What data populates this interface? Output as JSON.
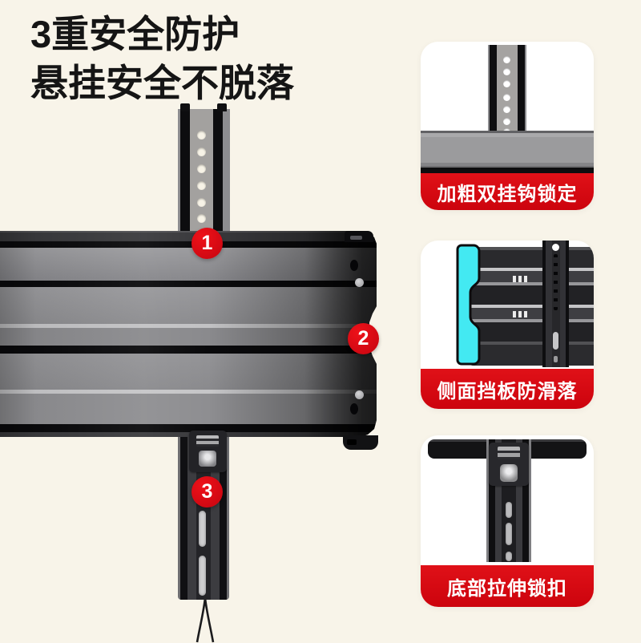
{
  "title": {
    "line1": "3重安全防护",
    "line2": "悬挂安全不脱落"
  },
  "callouts": [
    {
      "number": "1",
      "label": "加粗双挂钩锁定"
    },
    {
      "number": "2",
      "label": "侧面挡板防滑落"
    },
    {
      "number": "3",
      "label": "底部拉伸锁扣"
    }
  ],
  "colors": {
    "background": "#f8f4e9",
    "card_background": "#ffffff",
    "accent_red": "#d6050f",
    "highlight_cyan": "#43e9f2",
    "title_text": "#151515",
    "label_text": "#ffffff",
    "rail_gray": "#97979a"
  }
}
